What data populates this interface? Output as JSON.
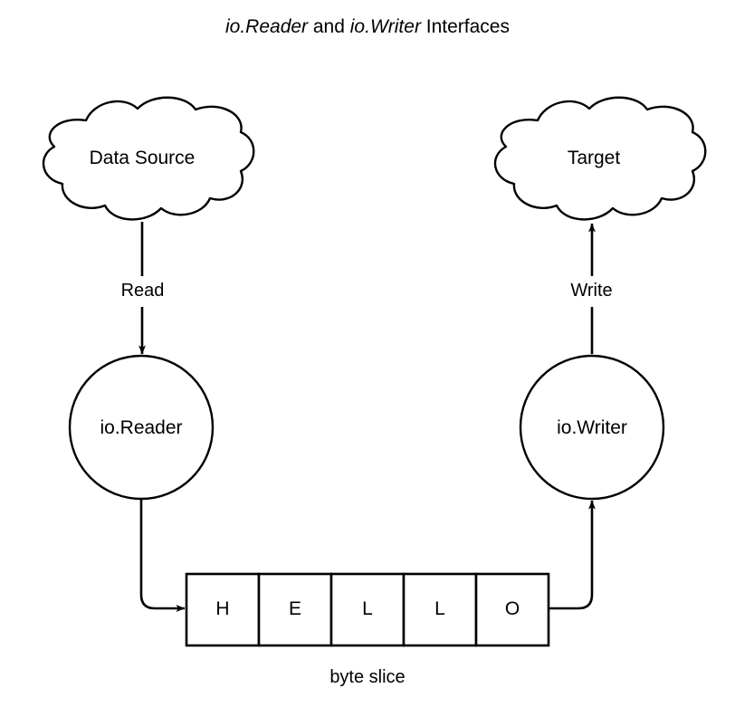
{
  "title": {
    "part1_italic": "io.Reader",
    "part2_plain": " and ",
    "part3_italic": "io.Writer",
    "part4_plain": " Interfaces",
    "full": "io.Reader and io.Writer Interfaces"
  },
  "nodes": {
    "data_source": {
      "label": "Data Source",
      "shape": "cloud"
    },
    "target": {
      "label": "Target",
      "shape": "cloud"
    },
    "io_reader": {
      "label": "io.Reader",
      "shape": "circle"
    },
    "io_writer": {
      "label": "io.Writer",
      "shape": "circle"
    }
  },
  "edges": {
    "read": {
      "label": "Read",
      "from": "data_source",
      "to": "io_reader"
    },
    "write": {
      "label": "Write",
      "from": "io_writer",
      "to": "target"
    },
    "reader_to_slice": {
      "label": "",
      "from": "io_reader",
      "to": "byte_slice"
    },
    "slice_to_writer": {
      "label": "",
      "from": "byte_slice",
      "to": "io_writer"
    }
  },
  "byte_slice": {
    "caption": "byte slice",
    "cells": [
      "H",
      "E",
      "L",
      "L",
      "O"
    ]
  },
  "colors": {
    "stroke": "#000000",
    "fill": "#ffffff",
    "text": "#000000",
    "background": "#ffffff"
  }
}
